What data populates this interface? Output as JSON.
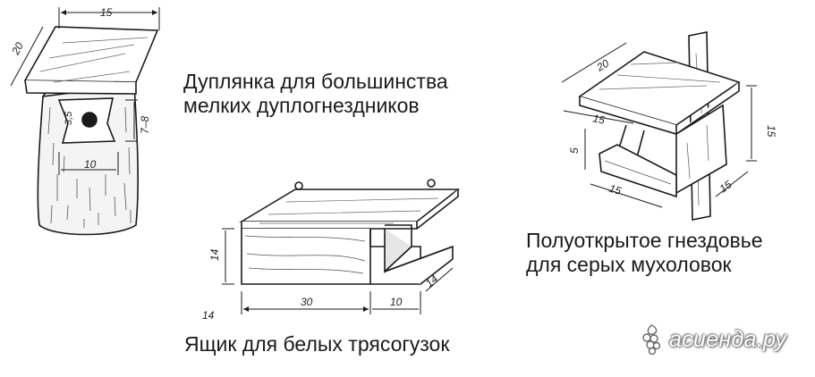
{
  "captions": {
    "hollow_log": [
      "Дуплянка для большинства",
      "мелких дуплогнездников"
    ],
    "half_open": [
      "Полуоткрытое гнездовье",
      "для серых мухоловок"
    ],
    "wagtail_box": "Ящик для белых трясогузок"
  },
  "dimensions": {
    "log_roof_width": "15",
    "log_roof_depth": "20",
    "log_hole": "3,5",
    "log_height": "7–8",
    "log_width": "10",
    "box_height": "14",
    "box_length": "30",
    "box_open_part": "10",
    "box_depth": "14",
    "box_side": "14",
    "shelf_roof": "20",
    "shelf_front": "15",
    "shelf_height": "15",
    "shelf_gap": "5",
    "shelf_bottom": "15",
    "shelf_side": "15"
  },
  "watermark": {
    "text": "асиенда.ру",
    "icon": "grapevine-icon"
  }
}
